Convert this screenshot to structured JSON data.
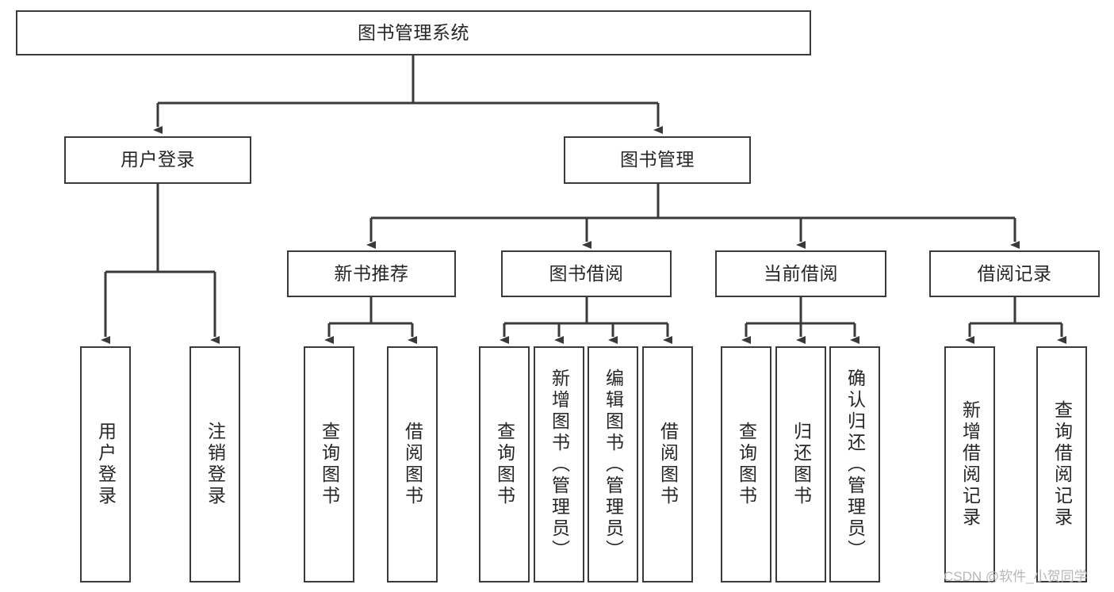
{
  "diagram": {
    "type": "tree-hierarchy",
    "title": "图书管理系统",
    "orientation": "top-down",
    "colors": {
      "background": "#ffffff",
      "box_border": "#3a3a3a",
      "connector": "#3a3a3a",
      "text": "#262626",
      "watermark": "#b7b7b7"
    },
    "root": {
      "label": "图书管理系统"
    },
    "level2": [
      {
        "id": "user-login",
        "label": "用户登录"
      },
      {
        "id": "book-management",
        "label": "图书管理"
      }
    ],
    "level3": [
      {
        "id": "new-book-recommend",
        "label": "新书推荐"
      },
      {
        "id": "book-borrow",
        "label": "图书借阅"
      },
      {
        "id": "current-borrow",
        "label": "当前借阅"
      },
      {
        "id": "borrow-record",
        "label": "借阅记录"
      }
    ],
    "leaves": {
      "user-login": [
        {
          "id": "leaf-user-login",
          "label": "用户登录"
        },
        {
          "id": "leaf-logout",
          "label": "注销登录"
        }
      ],
      "new-book-recommend": [
        {
          "id": "leaf-query-book-1",
          "label": "查询图书"
        },
        {
          "id": "leaf-borrow-book-1",
          "label": "借阅图书"
        }
      ],
      "book-borrow": [
        {
          "id": "leaf-query-book-2",
          "label": "查询图书"
        },
        {
          "id": "leaf-add-book",
          "label": "新增图书（管理员）"
        },
        {
          "id": "leaf-edit-book",
          "label": "编辑图书（管理员）"
        },
        {
          "id": "leaf-borrow-book-2",
          "label": "借阅图书"
        }
      ],
      "current-borrow": [
        {
          "id": "leaf-query-book-3",
          "label": "查询图书"
        },
        {
          "id": "leaf-return-book",
          "label": "归还图书"
        },
        {
          "id": "leaf-confirm-return",
          "label": "确认归还（管理员）"
        }
      ],
      "borrow-record": [
        {
          "id": "leaf-add-record",
          "label": "新增借阅记录"
        },
        {
          "id": "leaf-query-record",
          "label": "查询借阅记录"
        }
      ]
    }
  },
  "watermark": {
    "text": "CSDN @软件_小贺同学"
  }
}
